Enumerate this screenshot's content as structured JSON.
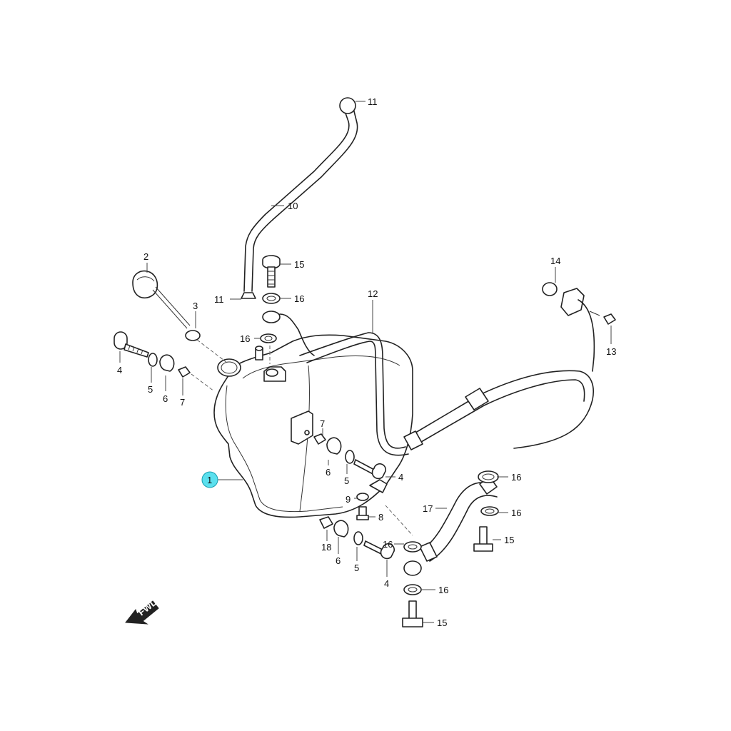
{
  "callouts": [
    {
      "id": "c11a",
      "text": "11"
    },
    {
      "id": "c10",
      "text": "10"
    },
    {
      "id": "c2",
      "text": "2"
    },
    {
      "id": "c15a",
      "text": "15"
    },
    {
      "id": "c11b",
      "text": "11"
    },
    {
      "id": "c16a",
      "text": "16"
    },
    {
      "id": "c3",
      "text": "3"
    },
    {
      "id": "c16b",
      "text": "16"
    },
    {
      "id": "c12",
      "text": "12"
    },
    {
      "id": "c14",
      "text": "14"
    },
    {
      "id": "c13",
      "text": "13"
    },
    {
      "id": "c4a",
      "text": "4"
    },
    {
      "id": "c5a",
      "text": "5"
    },
    {
      "id": "c6a",
      "text": "6"
    },
    {
      "id": "c7a",
      "text": "7"
    },
    {
      "id": "c7b",
      "text": "7"
    },
    {
      "id": "c6b",
      "text": "6"
    },
    {
      "id": "c5b",
      "text": "5"
    },
    {
      "id": "c4b",
      "text": "4"
    },
    {
      "id": "c1",
      "text": "1"
    },
    {
      "id": "c16c",
      "text": "16"
    },
    {
      "id": "c9",
      "text": "9"
    },
    {
      "id": "c8",
      "text": "8"
    },
    {
      "id": "c17",
      "text": "17"
    },
    {
      "id": "c16d",
      "text": "16"
    },
    {
      "id": "c15b",
      "text": "15"
    },
    {
      "id": "c18",
      "text": "18"
    },
    {
      "id": "c6c",
      "text": "6"
    },
    {
      "id": "c5c",
      "text": "5"
    },
    {
      "id": "c4c",
      "text": "4"
    },
    {
      "id": "c16e",
      "text": "16"
    },
    {
      "id": "c16f",
      "text": "16"
    },
    {
      "id": "c15c",
      "text": "15"
    }
  ],
  "fwd_label": "FWD",
  "highlight_color": "#5be0ee"
}
